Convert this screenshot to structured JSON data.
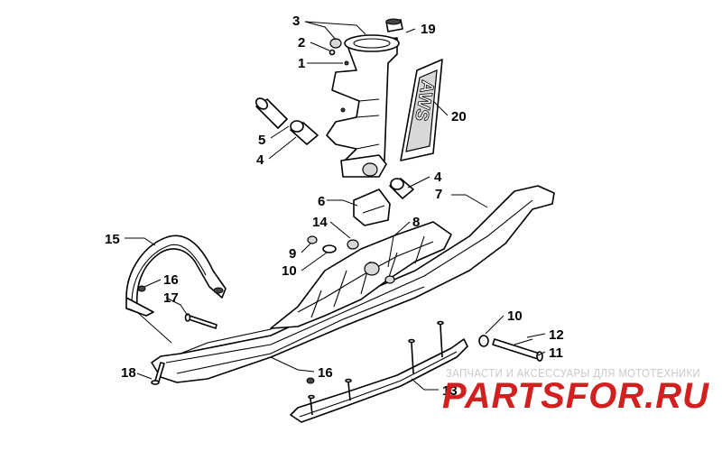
{
  "callouts": [
    {
      "id": "c-3a",
      "label": "3"
    },
    {
      "id": "c-19",
      "label": "19"
    },
    {
      "id": "c-2",
      "label": "2"
    },
    {
      "id": "c-1",
      "label": "1"
    },
    {
      "id": "c-20",
      "label": "20"
    },
    {
      "id": "c-5",
      "label": "5"
    },
    {
      "id": "c-4a",
      "label": "4"
    },
    {
      "id": "c-4b",
      "label": "4"
    },
    {
      "id": "c-7",
      "label": "7"
    },
    {
      "id": "c-6",
      "label": "6"
    },
    {
      "id": "c-14",
      "label": "14"
    },
    {
      "id": "c-8",
      "label": "8"
    },
    {
      "id": "c-15",
      "label": "15"
    },
    {
      "id": "c-9",
      "label": "9"
    },
    {
      "id": "c-10a",
      "label": "10"
    },
    {
      "id": "c-16a",
      "label": "16"
    },
    {
      "id": "c-17",
      "label": "17"
    },
    {
      "id": "c-10b",
      "label": "10"
    },
    {
      "id": "c-12",
      "label": "12"
    },
    {
      "id": "c-11",
      "label": "11"
    },
    {
      "id": "c-18",
      "label": "18"
    },
    {
      "id": "c-16b",
      "label": "16"
    },
    {
      "id": "c-13",
      "label": "13"
    }
  ],
  "decal": {
    "text": "AWS"
  },
  "watermark": {
    "caption": "ЗАПЧАСТИ И АКСЕССУАРЫ ДЛЯ МОТОТЕХНИКИ",
    "logo": "PARTSFOR.RU"
  },
  "colors": {
    "line": "#000000",
    "watermark_logo": "#d21f1f",
    "watermark_caption": "#c9c9c9"
  }
}
